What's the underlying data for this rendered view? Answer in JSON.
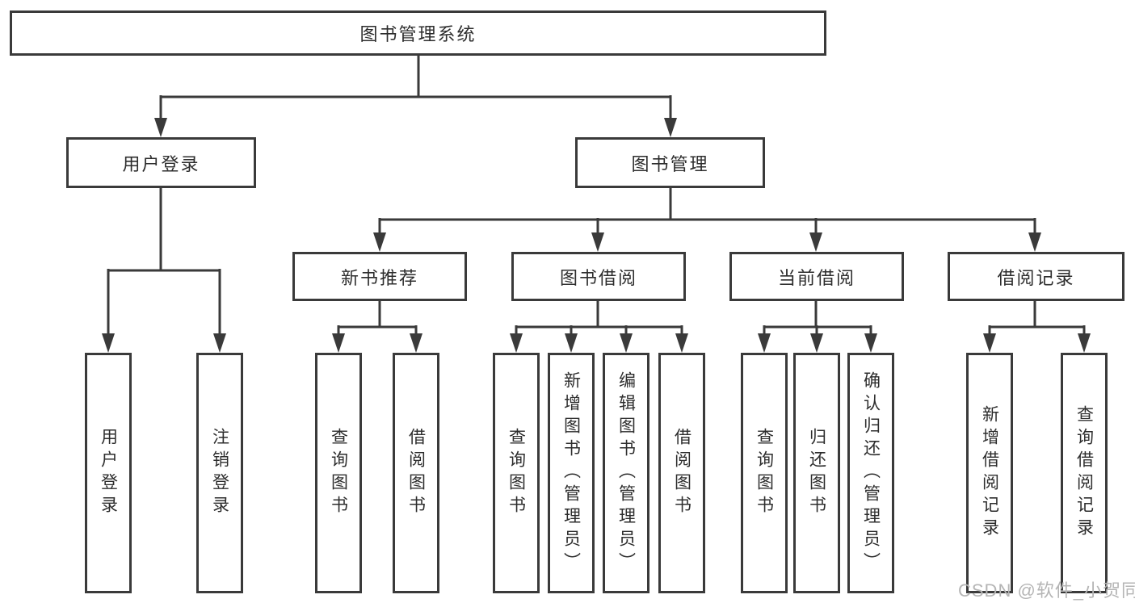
{
  "tree": {
    "label": "图书管理系统",
    "children": [
      {
        "label": "用户登录",
        "children": [
          {
            "label": "用户登录"
          },
          {
            "label": "注销登录"
          }
        ]
      },
      {
        "label": "图书管理",
        "children": [
          {
            "label": "新书推荐",
            "children": [
              {
                "label": "查询图书"
              },
              {
                "label": "借阅图书"
              }
            ]
          },
          {
            "label": "图书借阅",
            "children": [
              {
                "label": "查询图书"
              },
              {
                "label": "新增图书（管理员）"
              },
              {
                "label": "编辑图书（管理员）"
              },
              {
                "label": "借阅图书"
              }
            ]
          },
          {
            "label": "当前借阅",
            "children": [
              {
                "label": "查询图书"
              },
              {
                "label": "归还图书"
              },
              {
                "label": "确认归还（管理员）"
              }
            ]
          },
          {
            "label": "借阅记录",
            "children": [
              {
                "label": "新增借阅记录"
              },
              {
                "label": "查询借阅记录"
              }
            ]
          }
        ]
      }
    ]
  },
  "watermark": {
    "text": "CSDN @软件_小贺同学"
  },
  "colors": {
    "line": "#3a3a3a",
    "text": "#2d2d2d",
    "watermark": "#b5b5b5",
    "background": "#ffffff"
  }
}
